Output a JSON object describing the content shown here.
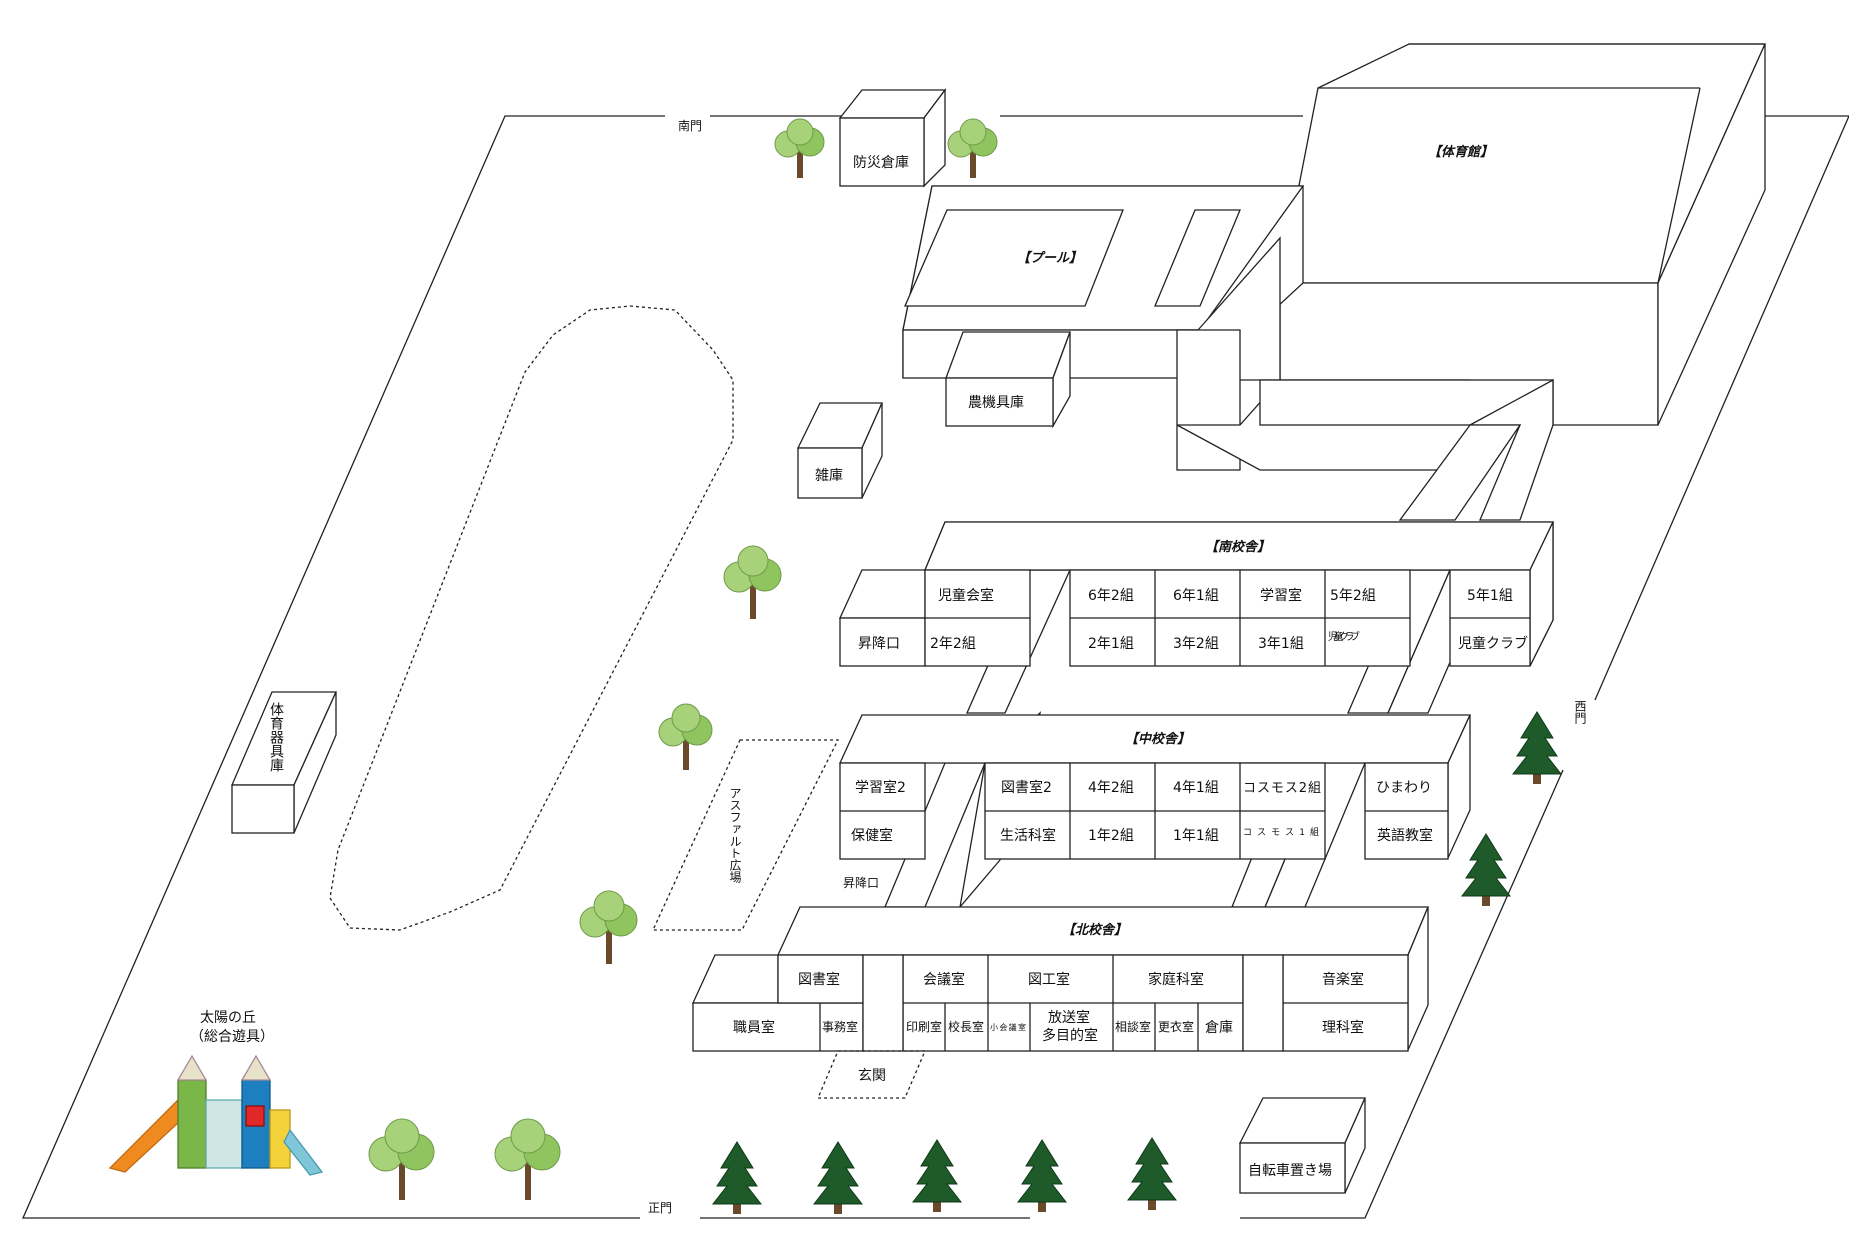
{
  "gates": {
    "south": "南門",
    "west": "西門",
    "main": "正門"
  },
  "areas": {
    "asphalt": "アスファルト広場",
    "playground_title": "太陽の丘",
    "playground_sub": "（総合遊具）"
  },
  "outbuildings": {
    "bousai": "防災倉庫",
    "noukigu": "農機具庫",
    "zakko": "雑庫",
    "taiiku_kigu": "体育器具庫",
    "bicycle": "自転車置き場"
  },
  "pool": "【プール】",
  "gym": "【体育館】",
  "south_wing": {
    "title": "【南校舎】",
    "rooms": {
      "shokouguchi": "昇降口",
      "jidoukai": "児童会室",
      "c2_2": "2年2組",
      "c6_2": "6年2組",
      "c6_1": "6年1組",
      "gakushu": "学習室",
      "c5_2": "5年2組",
      "c2_1": "2年1組",
      "c3_2": "3年2組",
      "c3_1": "3年1組",
      "jidou_club_small": "児童クラブ",
      "c5_1": "5年1組",
      "jidou_club": "児童クラブ"
    }
  },
  "middle_wing": {
    "title": "【中校舎】",
    "rooms": {
      "gakushu2": "学習室2",
      "hoken": "保健室",
      "shokouguchi": "昇降口",
      "tosho2": "図書室2",
      "c4_2": "4年2組",
      "c4_1": "4年1組",
      "cosmos2": "コスモス2組",
      "seikatsu": "生活科室",
      "c1_2": "1年2組",
      "c1_1": "1年1組",
      "cosmos1": "コスモス1組",
      "himawari": "ひまわり",
      "eigo": "英語教室"
    }
  },
  "north_wing": {
    "title": "【北校舎】",
    "rooms": {
      "tosho": "図書室",
      "shokuin": "職員室",
      "jimu": "事務室",
      "kaigi": "会議室",
      "insatsu": "印刷室",
      "kocho": "校長室",
      "shokaigi": "小会議室",
      "zuko": "図工室",
      "hoso_a": "放送室",
      "hoso_b": "多目的室",
      "katei": "家庭科室",
      "sodan": "相談室",
      "koui": "更衣室",
      "souko": "倉庫",
      "ongaku": "音楽室",
      "rika": "理科室",
      "genkan": "玄関"
    }
  }
}
